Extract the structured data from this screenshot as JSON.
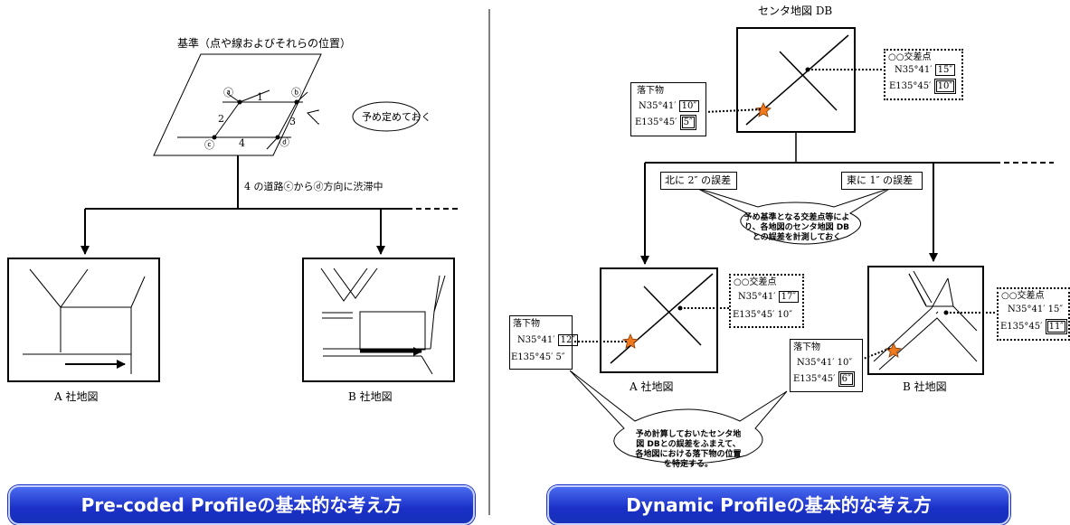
{
  "left": {
    "title": "基準（点や線およびそれらの位置）",
    "callout": "予め定めておく",
    "points": {
      "a": "ⓐ",
      "b": "ⓑ",
      "c": "ⓒ",
      "d": "ⓓ"
    },
    "roads": {
      "r1": "1",
      "r2": "2",
      "r3": "3",
      "r4": "4"
    },
    "congestion": "4 の道路ⓒからⓓ方向に渋滞中",
    "map_a_label": "A 社地図",
    "map_b_label": "B 社地図",
    "banner": "Pre-coded Profileの基本的な考え方"
  },
  "right": {
    "center_title": "センタ地図 DB",
    "center_fallen": {
      "title": "落下物",
      "n_prefix": "N35°41′",
      "n_sec": "10″",
      "e_prefix": "E135°45′",
      "e_sec": "5″"
    },
    "center_intersection": {
      "title": "○○交差点",
      "n_prefix": "N35°41′",
      "n_sec": "15″",
      "e_prefix": "E135°45′",
      "e_sec": "10″"
    },
    "north_error": "北に 2″ の誤差",
    "east_error": "東に 1″ の誤差",
    "callout_top": "予め基準となる交差点等により、各地図のセンタ地図 DBとの誤差を計測しておく",
    "a_fallen": {
      "title": "落下物",
      "n_prefix": "N35°41′",
      "n_sec": "12″",
      "e": "E135°45′ 5″"
    },
    "a_intersection": {
      "title": "○○交差点",
      "n_prefix": "N35°41′",
      "n_sec": "17″",
      "e": "E135°45′ 10″"
    },
    "b_fallen": {
      "title": "落下物",
      "n": "N35°41′ 10″",
      "e_prefix": "E135°45′",
      "e_sec": "6″"
    },
    "b_intersection": {
      "title": "○○交差点",
      "n": "N35°41′ 15″",
      "e_prefix": "E135°45′",
      "e_sec": "11″"
    },
    "map_a_label": "A 社地図",
    "map_b_label": "B 社地図",
    "callout_bottom": "予め計算しておいたセンタ地図 DBとの誤差をふまえて、各地図における落下物の位置を特定する。",
    "banner": "Dynamic Profileの基本的な考え方"
  },
  "colors": {
    "star": "#f07a1e",
    "banner": "#1a2fc6"
  }
}
